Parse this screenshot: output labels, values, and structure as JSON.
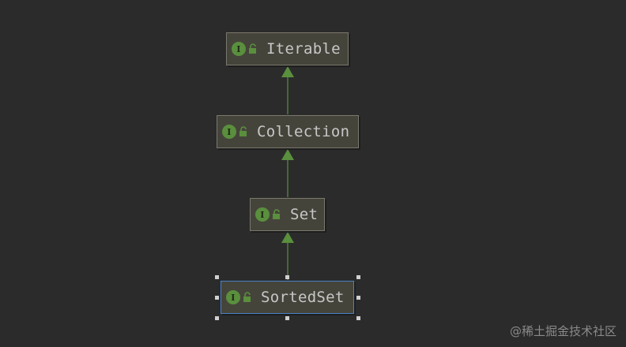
{
  "diagram": {
    "nodes": [
      {
        "badge": "I",
        "label": "Iterable",
        "icon": "interface-icon",
        "modifier_icon": "unlock-icon"
      },
      {
        "badge": "I",
        "label": "Collection",
        "icon": "interface-icon",
        "modifier_icon": "unlock-icon"
      },
      {
        "badge": "I",
        "label": "Set",
        "icon": "interface-icon",
        "modifier_icon": "unlock-icon"
      },
      {
        "badge": "I",
        "label": "SortedSet",
        "icon": "interface-icon",
        "modifier_icon": "unlock-icon",
        "selected": true
      }
    ],
    "edges": [
      {
        "from": "Collection",
        "to": "Iterable",
        "kind": "extends"
      },
      {
        "from": "Set",
        "to": "Collection",
        "kind": "extends"
      },
      {
        "from": "SortedSet",
        "to": "Set",
        "kind": "extends"
      }
    ],
    "colors": {
      "background": "#2b2b2b",
      "node_fill": "#45443b",
      "edge": "#5a8f3d",
      "selection": "#4a82c4"
    }
  },
  "watermark": "@稀土掘金技术社区"
}
